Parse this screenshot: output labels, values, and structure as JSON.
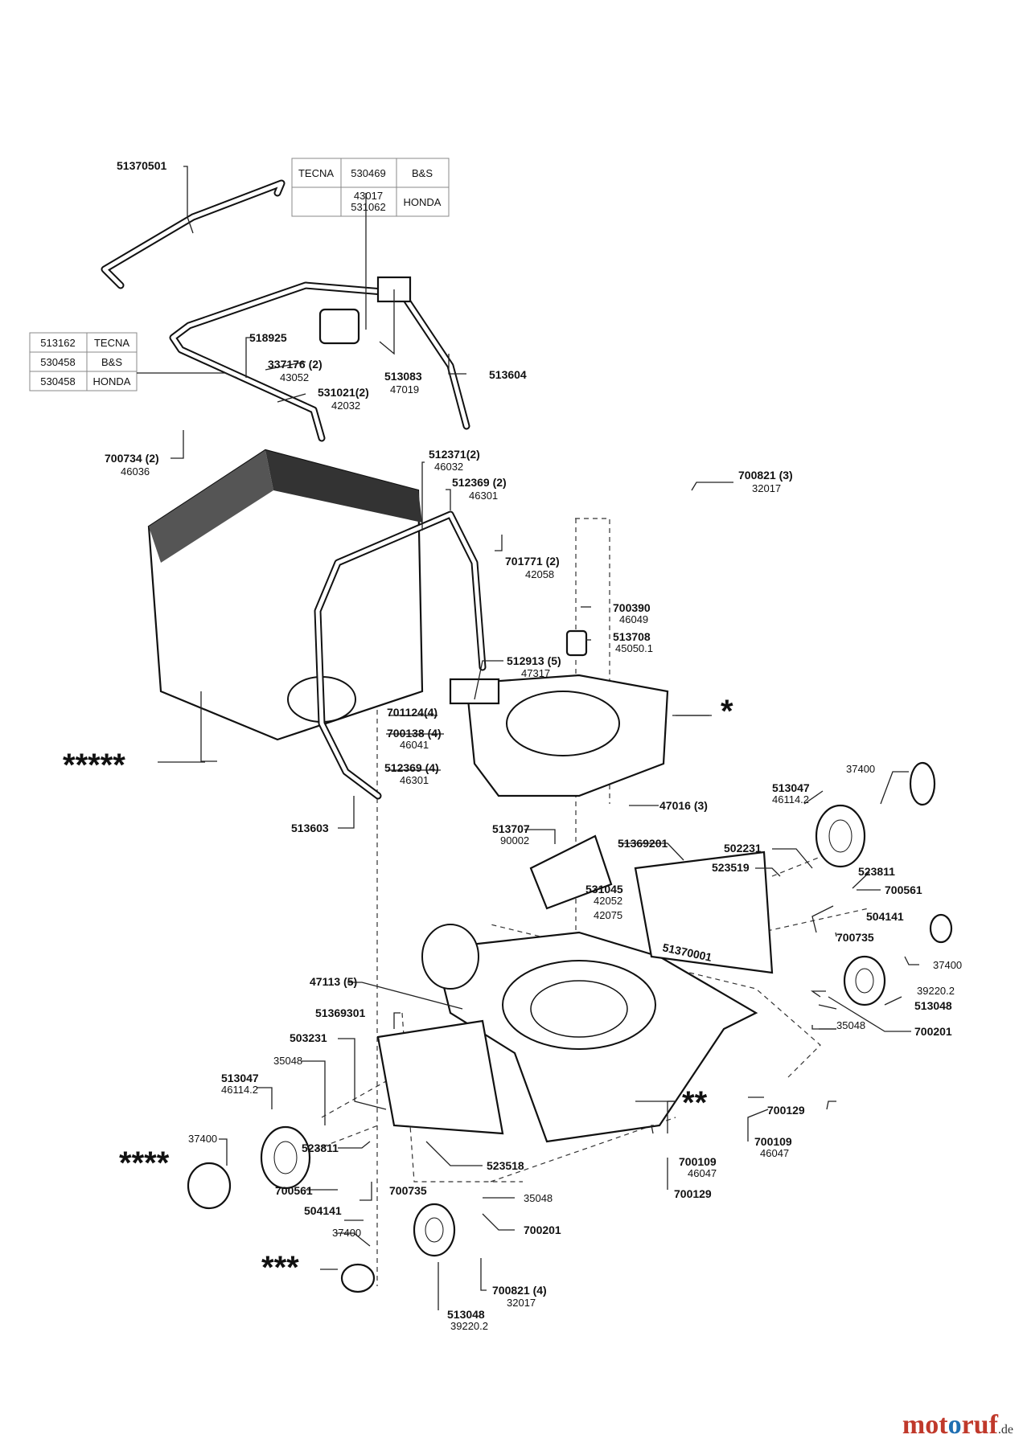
{
  "engine_table": {
    "rows": [
      [
        "TECNA",
        "530469",
        "B&S"
      ],
      [
        "43017\n531062",
        "HONDA"
      ]
    ]
  },
  "grip_table": {
    "rows": [
      [
        "513162",
        "TECNA"
      ],
      [
        "530458",
        "B&S"
      ],
      [
        "530458",
        "HONDA"
      ]
    ]
  },
  "labels": {
    "l1": "51370501",
    "l2": "518925",
    "l3": "337176 (2)",
    "l3b": "43052",
    "l4": "531021(2)",
    "l4b": "42032",
    "l5": "513083",
    "l5b": "47019",
    "l6": "513604",
    "l7": "700734 (2)",
    "l7b": "46036",
    "l8": "512371(2)",
    "l8b": "46032",
    "l9": "512369 (2)",
    "l9b": "46301",
    "l10": "701771 (2)",
    "l10b": "42058",
    "l11": "700821 (3)",
    "l11b": "32017",
    "l12": "700390",
    "l12b": "46049",
    "l13": "513708",
    "l13b": "45050.1",
    "l14": "512913 (5)",
    "l14b": "47317",
    "l15": "701124(4)",
    "l16": "700138 (4)",
    "l16b": "46041",
    "l17": "512369 (4)",
    "l17b": "46301",
    "l18": "513603",
    "l19": "47016 (3)",
    "l20": "37400",
    "l21": "513047",
    "l21b": "46114.2",
    "l22": "513707",
    "l22b": "90002",
    "l23": "51369201",
    "l24": "502231",
    "l25": "523519",
    "l26": "523811",
    "l27": "700561",
    "l28": "531045",
    "l28b": "42052",
    "l29": "42075",
    "l30": "504141",
    "l31": "700735",
    "l32": "51370001",
    "l33": "37400",
    "l34": "39220.2",
    "l35": "513048",
    "l36": "35048",
    "l37": "700201",
    "l38": "47113 (5)",
    "l39": "51369301",
    "l40": "503231",
    "l41": "35048",
    "l42": "513047",
    "l42b": "46114.2",
    "l43": "37400",
    "l44": "523811",
    "l45": "523518",
    "l46": "700561",
    "l47": "700735",
    "l48": "504141",
    "l49": "35048",
    "l50": "700201",
    "l51": "37400",
    "l52": "700821 (4)",
    "l52b": "32017",
    "l53": "513048",
    "l53b": "39220.2",
    "l54": "700129",
    "l55": "700109",
    "l55b": "46047",
    "l56": "700109",
    "l56b": "46047",
    "l57": "700129"
  },
  "stars": {
    "s1": "*****",
    "s2": "*",
    "s3": "**",
    "s4": "****",
    "s5": "***"
  },
  "logo": {
    "m1": "mot",
    "m2": "o",
    "m3": "ruf",
    "de": ".de"
  }
}
